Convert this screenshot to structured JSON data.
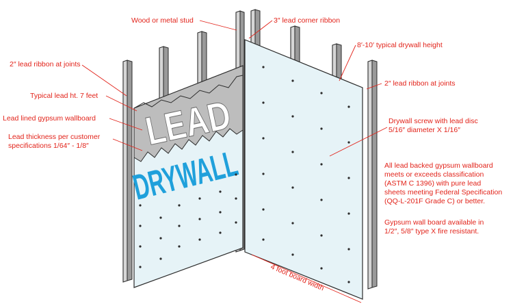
{
  "graphic": {
    "lead_word": "LEAD",
    "drywall_word": "DRYWALL"
  },
  "labels": {
    "stud": "Wood or metal stud",
    "corner_ribbon": "3″ lead corner ribbon",
    "wall_height": "8′-10′ typical drywall height",
    "ribbon_joints_left": "2″ lead ribbon at joints",
    "ribbon_joints_right": "2″ lead ribbon at joints",
    "lead_height": "Typical lead ht. 7 feet",
    "lead_lined": "Lead lined gypsum wallboard",
    "thickness_line1": "Lead thickness per customer",
    "thickness_line2": "specifications 1/64″ - 1/8″",
    "screw_line1": "Drywall screw with lead disc",
    "screw_line2": "5/16″ diameter X  1/16″",
    "board_width": "4 foot board width",
    "spec_lines": [
      "All lead backed gypsum wallboard",
      "meets or exceeds classification",
      "(ASTM C 1396) with pure lead",
      "sheets meeting Federal Specification",
      "(QQ-L-201F Grade C) or better."
    ],
    "avail_lines": [
      "Gypsum wall board available in",
      "1/2″, 5/8″ type X  fire resistant."
    ]
  },
  "colors": {
    "callout": "#e2231a",
    "drywall_text": "#1fa0db",
    "lead_gray": "#b8b8b8",
    "board": "#e6f3f7"
  }
}
